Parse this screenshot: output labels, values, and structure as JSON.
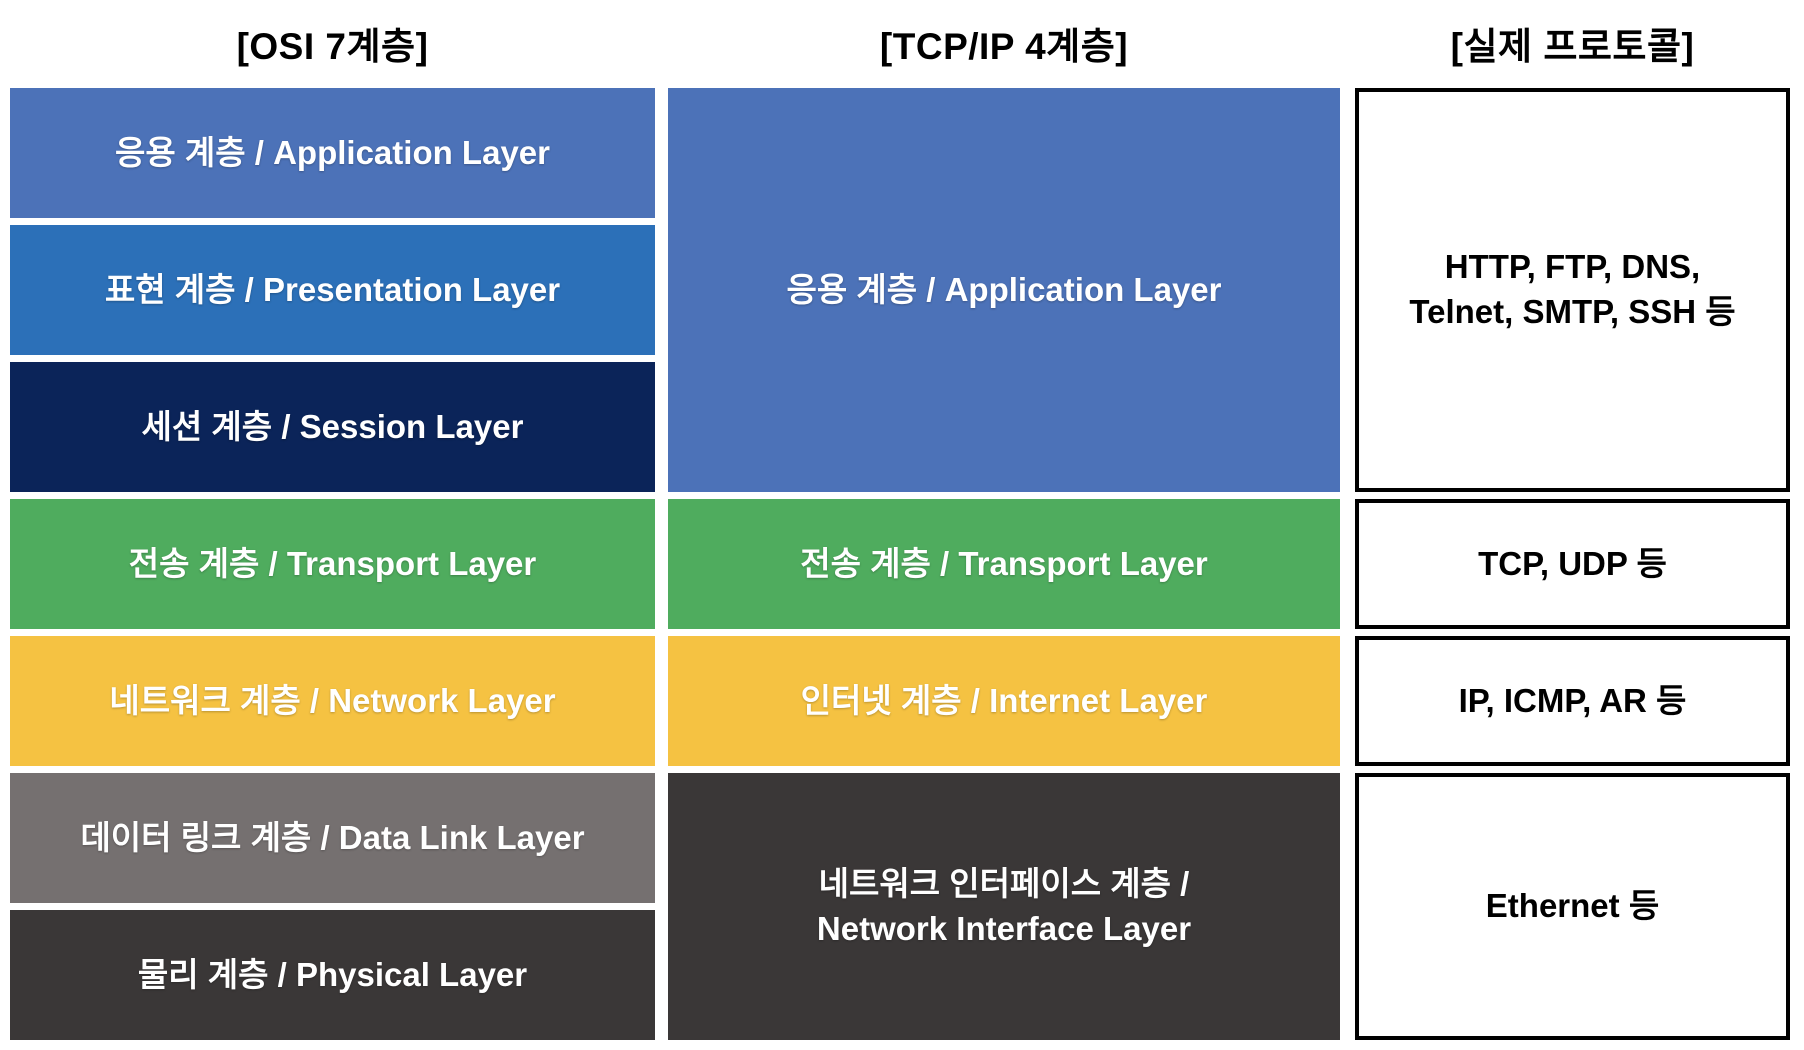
{
  "diagram": {
    "title_implicit": "OSI vs TCP/IP layer model comparison",
    "colors": {
      "application_blue": "#4C72B8",
      "presentation_blue": "#2C70B8",
      "session_navy": "#0B2459",
      "transport_green": "#4FAC5E",
      "network_yellow": "#F5C242",
      "datalink_gray": "#757070",
      "physical_charcoal": "#3A3737",
      "protocol_box_border": "#000000",
      "protocol_box_background": "#FFFFFF",
      "layer_text": "#FFFFFF",
      "heading_text": "#000000"
    },
    "osi_column": {
      "header": "[OSI 7계층]",
      "layers": [
        {
          "label": "응용 계층 / Application Layer",
          "color": "#4C72B8"
        },
        {
          "label": "표현 계층 / Presentation Layer",
          "color": "#2C70B8"
        },
        {
          "label": "세션 계층 / Session Layer",
          "color": "#0B2459"
        },
        {
          "label": "전송 계층 / Transport Layer",
          "color": "#4FAC5E"
        },
        {
          "label": "네트워크 계층 / Network Layer",
          "color": "#F5C242"
        },
        {
          "label": "데이터 링크 계층 / Data Link Layer",
          "color": "#757070"
        },
        {
          "label": "물리 계층 / Physical Layer",
          "color": "#3A3737"
        }
      ]
    },
    "tcpip_column": {
      "header": "[TCP/IP 4계층]",
      "layers": [
        {
          "label": "응용 계층 / Application Layer",
          "color": "#4C72B8"
        },
        {
          "label": "전송 계층 / Transport Layer",
          "color": "#4FAC5E"
        },
        {
          "label": "인터넷 계층 / Internet Layer",
          "color": "#F5C242"
        },
        {
          "label": "네트워크 인터페이스 계층 /\nNetwork Interface Layer",
          "color": "#3A3737"
        }
      ]
    },
    "protocol_column": {
      "header": "[실제 프로토콜]",
      "boxes": [
        {
          "label": "HTTP, FTP, DNS,\nTelnet, SMTP, SSH 등"
        },
        {
          "label": "TCP, UDP 등"
        },
        {
          "label": "IP, ICMP, AR 등"
        },
        {
          "label": "Ethernet 등"
        }
      ]
    }
  }
}
